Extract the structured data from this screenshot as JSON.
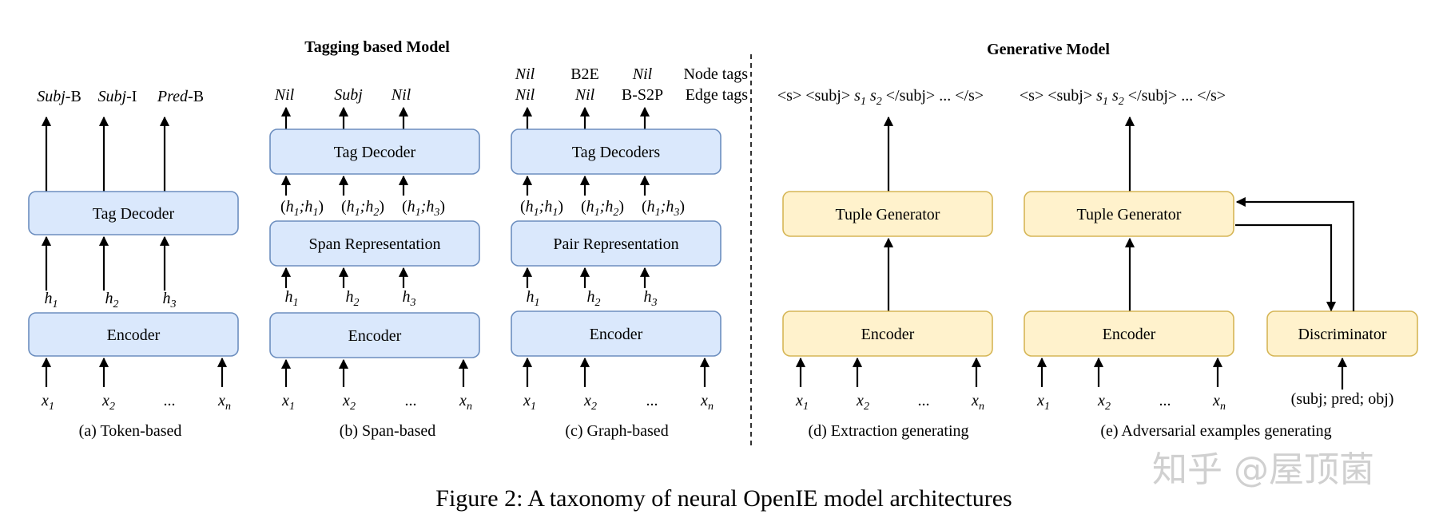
{
  "headers": {
    "tagging": "Tagging based Model",
    "generative": "Generative Model"
  },
  "panel_a": {
    "outputs": [
      [
        "Subj",
        "-B"
      ],
      [
        "Subj",
        "-I"
      ],
      [
        "Pred",
        "-B"
      ]
    ],
    "decoder": "Tag Decoder",
    "hidden": [
      "h",
      "h",
      "h"
    ],
    "hidden_sub": [
      "1",
      "2",
      "3"
    ],
    "encoder": "Encoder",
    "inputs": [
      "x",
      "x",
      "...",
      "x"
    ],
    "inputs_sub": [
      "1",
      "2",
      "",
      "n"
    ],
    "caption": "(a) Token-based"
  },
  "panel_b": {
    "outputs": [
      "Nil",
      "Subj",
      "Nil"
    ],
    "decoder": "Tag Decoder",
    "spans": [
      [
        "h",
        "1",
        ";h",
        "1"
      ],
      [
        "h",
        "1",
        ";h",
        "2"
      ],
      [
        "h",
        "1",
        ";h",
        "3"
      ]
    ],
    "representation": "Span Representation",
    "hidden": [
      "h",
      "h",
      "h"
    ],
    "hidden_sub": [
      "1",
      "2",
      "3"
    ],
    "encoder": "Encoder",
    "inputs": [
      "x",
      "x",
      "...",
      "x"
    ],
    "inputs_sub": [
      "1",
      "2",
      "",
      "n"
    ],
    "caption": "(b) Span-based"
  },
  "panel_c": {
    "node_tags": [
      "Nil",
      "B2E",
      "Nil"
    ],
    "edge_tags": [
      "Nil",
      "Nil",
      "B-S2P"
    ],
    "node_label": "Node tags",
    "edge_label": "Edge tags",
    "decoder": "Tag Decoders",
    "pairs": [
      [
        "h",
        "1",
        ";h",
        "1"
      ],
      [
        "h",
        "1",
        ";h",
        "2"
      ],
      [
        "h",
        "1",
        ";h",
        "3"
      ]
    ],
    "representation": "Pair Representation",
    "hidden": [
      "h",
      "h",
      "h"
    ],
    "hidden_sub": [
      "1",
      "2",
      "3"
    ],
    "encoder": "Encoder",
    "inputs": [
      "x",
      "x",
      "...",
      "x"
    ],
    "inputs_sub": [
      "1",
      "2",
      "",
      "n"
    ],
    "caption": "(c) Graph-based"
  },
  "panel_d": {
    "output_seq": [
      "<s> <subj> ",
      "s",
      "1",
      " s",
      "2",
      " </subj> ... </s>"
    ],
    "generator": "Tuple Generator",
    "encoder": "Encoder",
    "inputs": [
      "x",
      "x",
      "...",
      "x"
    ],
    "inputs_sub": [
      "1",
      "2",
      "",
      "n"
    ],
    "caption": "(d) Extraction generating"
  },
  "panel_e": {
    "output_seq": [
      "<s> <subj> ",
      "s",
      "1",
      " s",
      "2",
      " </subj> ... </s>"
    ],
    "generator": "Tuple Generator",
    "encoder": "Encoder",
    "discriminator": "Discriminator",
    "disc_input": "(subj; pred; obj)",
    "inputs": [
      "x",
      "x",
      "...",
      "x"
    ],
    "inputs_sub": [
      "1",
      "2",
      "",
      "n"
    ],
    "caption": "(e) Adversarial examples generating"
  },
  "figure_caption": "Figure 2: A taxonomy of neural OpenIE model architectures",
  "watermark": "知乎 @屋顶菌",
  "colors": {
    "blue_fill": "#dae8fc",
    "blue_stroke": "#6c8ebf",
    "yellow_fill": "#fff2cc",
    "yellow_stroke": "#d6b656"
  }
}
